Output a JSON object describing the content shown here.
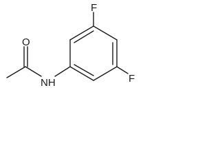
{
  "molecule": {
    "atoms": {
      "oxygen": "O",
      "nitrogen_h": "NH",
      "fluorine_top": "F",
      "fluorine_right": "F"
    },
    "colors": {
      "bond": "#1a1a1a",
      "background": "#ffffff"
    }
  }
}
